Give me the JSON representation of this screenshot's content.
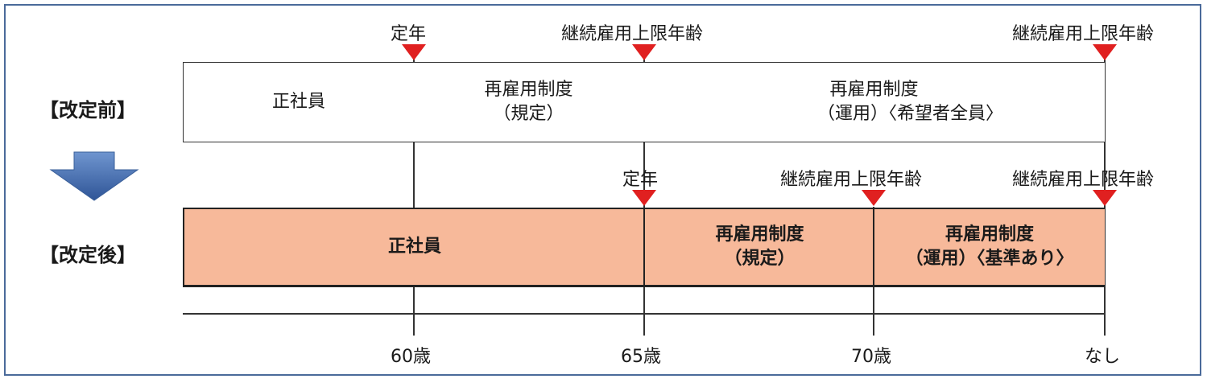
{
  "before": {
    "row_label": "【改定前】",
    "markers": [
      "定年",
      "継続雇用上限年齢",
      "継続雇用上限年齢"
    ],
    "segments": [
      {
        "lines": [
          "正社員"
        ]
      },
      {
        "lines": [
          "再雇用制度",
          "（規定）"
        ]
      },
      {
        "lines": [
          "再雇用制度",
          "（運用）〈希望者全員〉"
        ]
      }
    ]
  },
  "after": {
    "row_label": "【改定後】",
    "markers": [
      "定年",
      "継続雇用上限年齢",
      "継続雇用上限年齢"
    ],
    "segments": [
      {
        "lines": [
          "正社員"
        ]
      },
      {
        "lines": [
          "再雇用制度",
          "（規定）"
        ]
      },
      {
        "lines": [
          "再雇用制度",
          "（運用）〈基準あり〉"
        ]
      }
    ]
  },
  "axis": {
    "ticks": [
      "60歳",
      "65歳",
      "70歳",
      "なし"
    ]
  },
  "colors": {
    "marker": "#e02020",
    "after_fill": "#f7b99a",
    "arrow": "#4a76b8",
    "frame": "#4a6a9a"
  }
}
